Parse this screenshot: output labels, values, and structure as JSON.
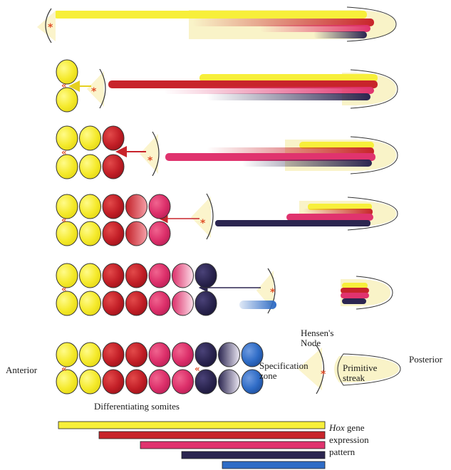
{
  "labels": {
    "anterior": "Anterior",
    "posterior": "Posterior",
    "hensens_node_line1": "Hensen's",
    "hensens_node_line2": "Node",
    "specification_zone_line1": "Specification",
    "specification_zone_line2": "zone",
    "primitive_streak_line1": "Primitive",
    "primitive_streak_line2": "streak",
    "differentiating_somites": "Differentiating somites",
    "hox_line1_italic": "Hox",
    "hox_line1_rest": " gene",
    "hox_line2": "expression",
    "hox_line3": "pattern"
  },
  "glyphs": {
    "node_marker": "*",
    "somite_boundary_marker": "«"
  },
  "colors": {
    "hox_yellow": "#f7ef3a",
    "hox_red": "#c8242b",
    "hox_magenta": "#e0336e",
    "hox_navy": "#2b2550",
    "hox_blue": "#2f6cc6",
    "streak_fill": "#f9f3c8",
    "node_fill": "#fbf4cc",
    "marker": "#e0502a"
  },
  "stages": [
    {
      "somite_pairs": 0,
      "colors": []
    },
    {
      "somite_pairs": 1,
      "colors": [
        "yellow"
      ]
    },
    {
      "somite_pairs": 3,
      "colors": [
        "yellow",
        "yellow",
        "red"
      ]
    },
    {
      "somite_pairs": 5,
      "colors": [
        "yellow",
        "yellow",
        "red",
        "redmag",
        "magenta"
      ]
    },
    {
      "somite_pairs": 7,
      "colors": [
        "yellow",
        "yellow",
        "red",
        "red",
        "magenta",
        "magpale",
        "navy"
      ]
    },
    {
      "somite_pairs": 9,
      "colors": [
        "yellow",
        "yellow",
        "red",
        "red",
        "magenta",
        "magenta",
        "navy",
        "navypale",
        "blue"
      ]
    }
  ],
  "hox_bars": [
    "yellow",
    "red",
    "magenta",
    "navy",
    "blue"
  ]
}
